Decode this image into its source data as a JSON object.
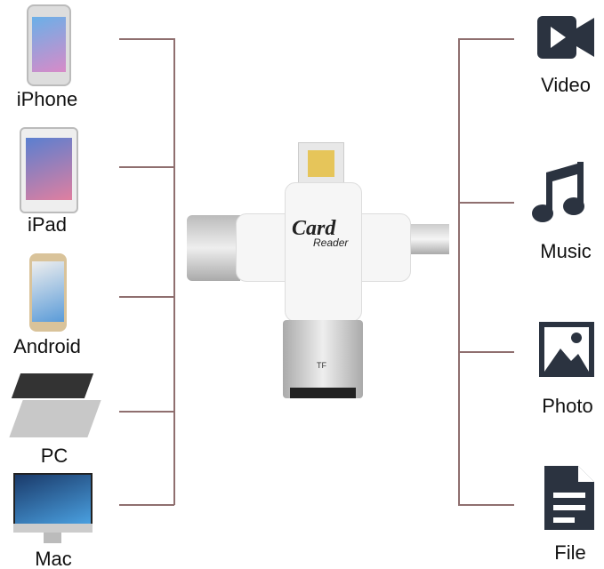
{
  "left_devices": [
    {
      "label": "iPhone",
      "icon": "iphone-icon"
    },
    {
      "label": "iPad",
      "icon": "ipad-icon"
    },
    {
      "label": "Android",
      "icon": "android-phone-icon"
    },
    {
      "label": "PC",
      "icon": "laptop-icon"
    },
    {
      "label": "Mac",
      "icon": "imac-icon"
    }
  ],
  "right_features": [
    {
      "label": "Video",
      "icon": "video-camera-icon"
    },
    {
      "label": "Music",
      "icon": "music-note-icon"
    },
    {
      "label": "Photo",
      "icon": "photo-icon"
    },
    {
      "label": "File",
      "icon": "file-icon"
    }
  ],
  "product": {
    "logo_text_1": "Card",
    "logo_text_2": "Reader",
    "slot_label": "TF"
  },
  "colors": {
    "connector_line": "#8f6f6f",
    "icon": "#2b3340"
  }
}
